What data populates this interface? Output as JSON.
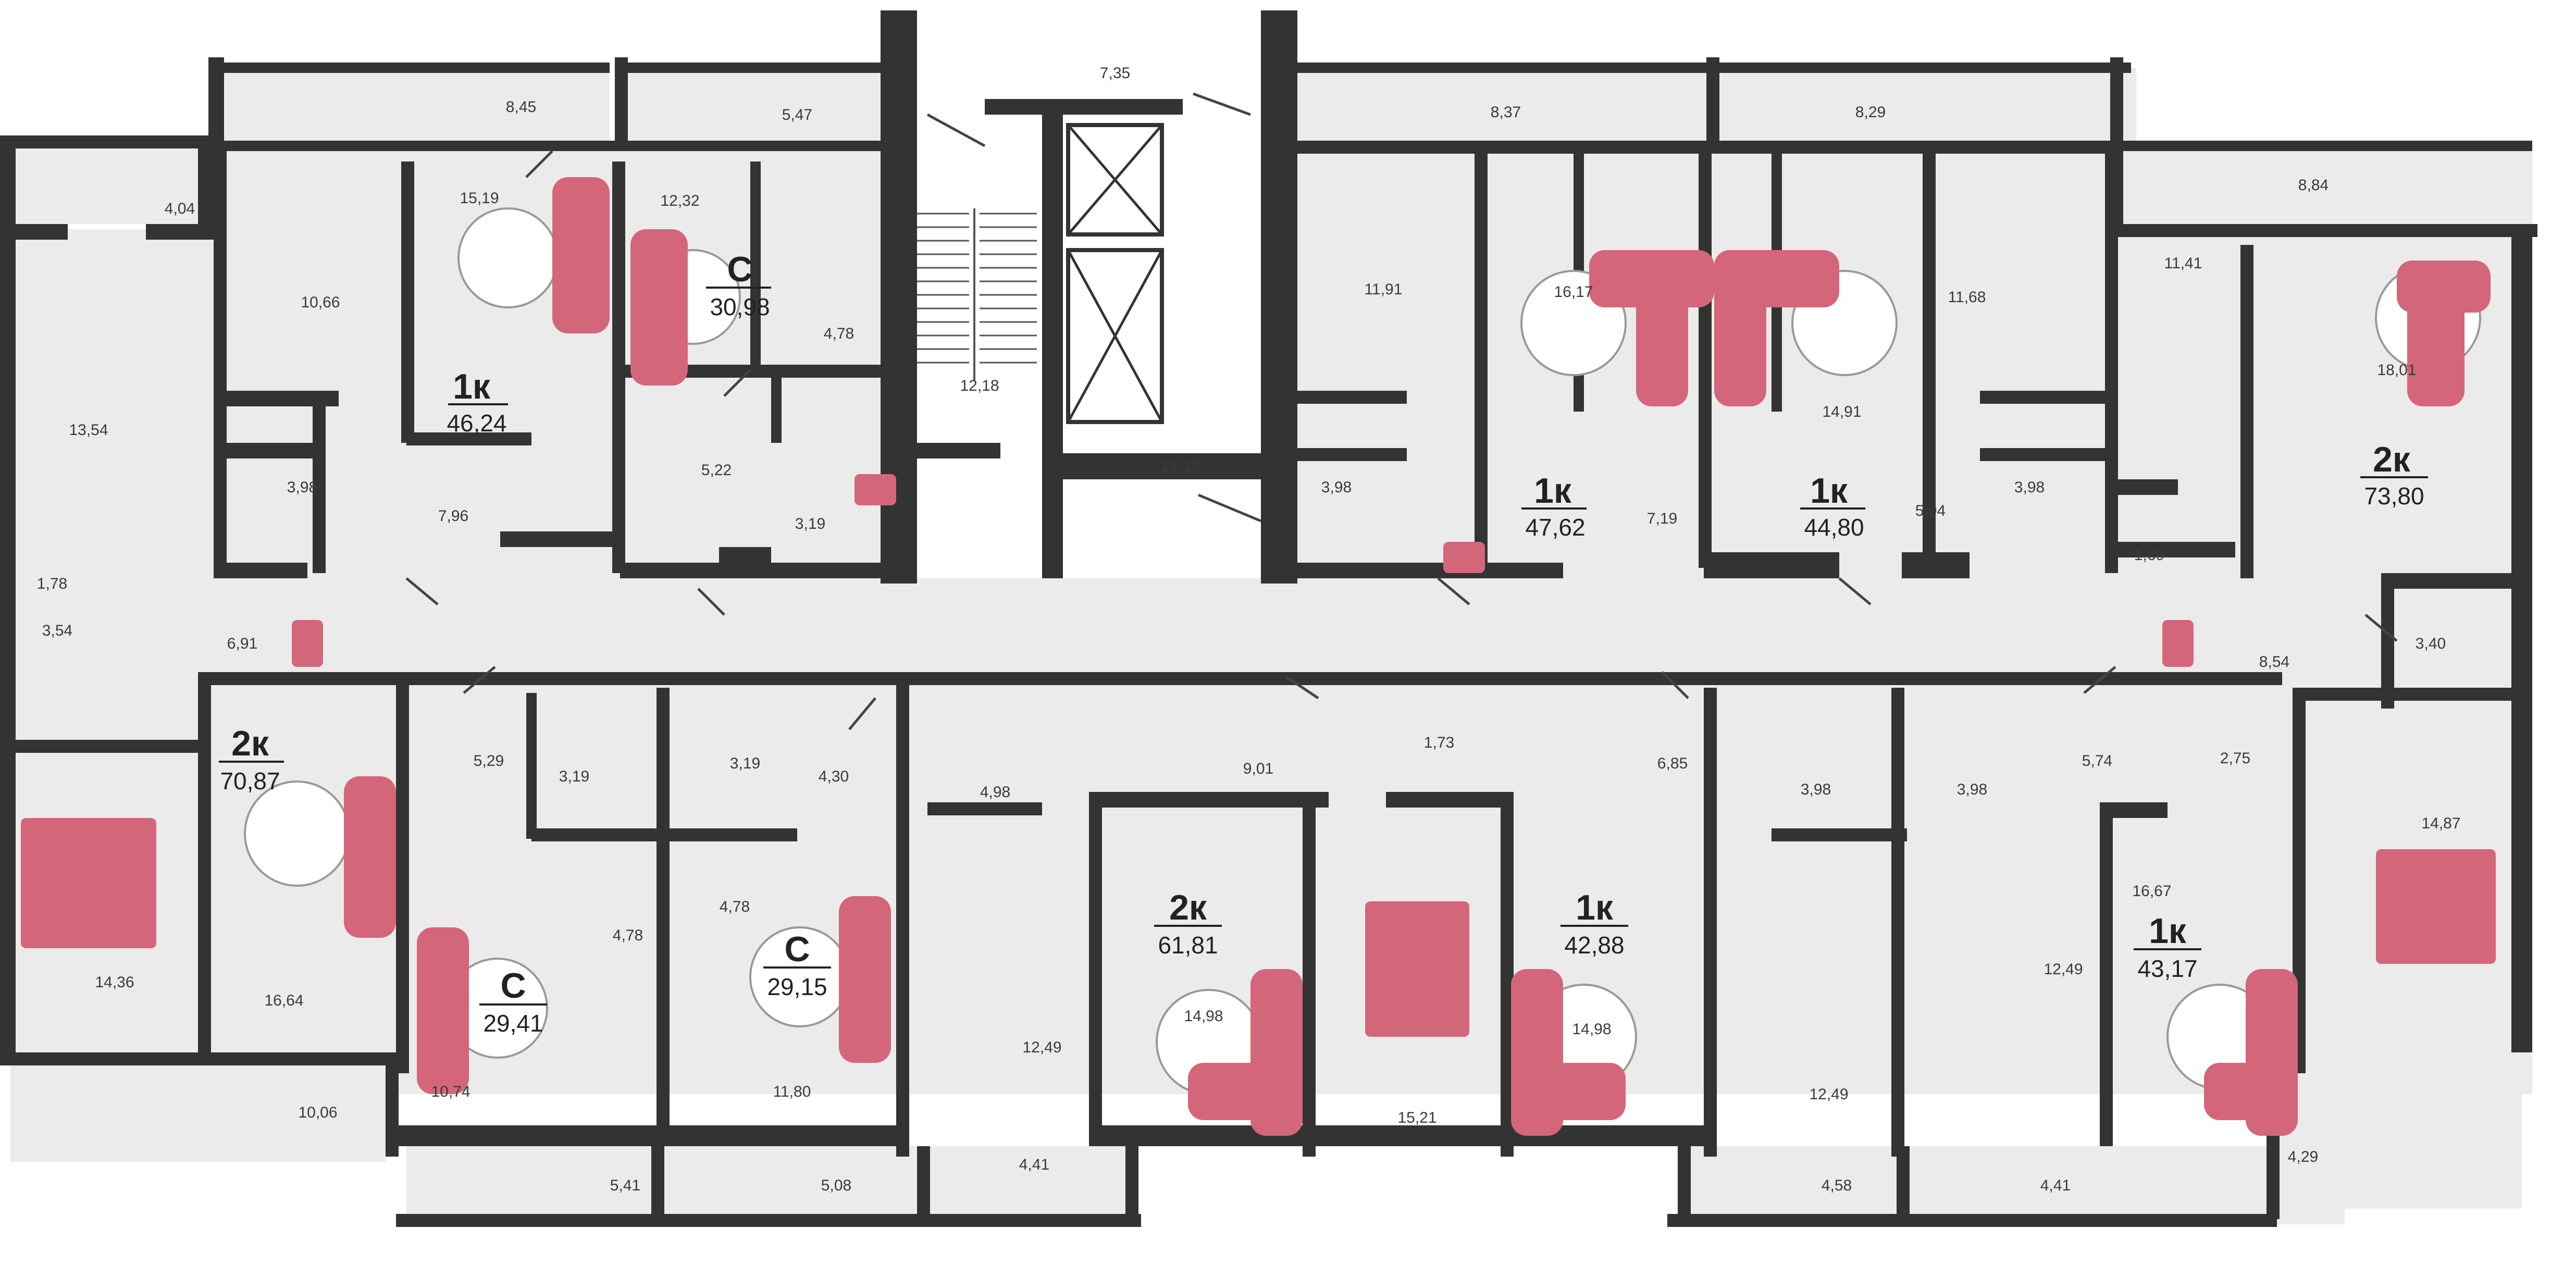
{
  "colors": {
    "wall": "#333333",
    "room": "#ebebeb",
    "furniture": "#d4667a",
    "background": "#ffffff"
  },
  "areas": [
    {
      "id": "a1",
      "text": "8,45"
    },
    {
      "id": "a2",
      "text": "5,47"
    },
    {
      "id": "a3",
      "text": "7,35"
    },
    {
      "id": "a4",
      "text": "8,37"
    },
    {
      "id": "a5",
      "text": "8,29"
    },
    {
      "id": "a6",
      "text": "8,84"
    },
    {
      "id": "a7",
      "text": "4,04"
    },
    {
      "id": "a8",
      "text": "15,19"
    },
    {
      "id": "a9",
      "text": "12,32"
    },
    {
      "id": "a10",
      "text": "10,66"
    },
    {
      "id": "a11",
      "text": "4,78"
    },
    {
      "id": "a12",
      "text": "12,18"
    },
    {
      "id": "a13",
      "text": "11,91"
    },
    {
      "id": "a14",
      "text": "16,17"
    },
    {
      "id": "a15",
      "text": "14,91"
    },
    {
      "id": "a16",
      "text": "11,68"
    },
    {
      "id": "a17",
      "text": "11,41"
    },
    {
      "id": "a18",
      "text": "18,01"
    },
    {
      "id": "a19",
      "text": "13,54"
    },
    {
      "id": "a20",
      "text": "3,98"
    },
    {
      "id": "a21",
      "text": "5,22"
    },
    {
      "id": "a22",
      "text": "13,18"
    },
    {
      "id": "a23",
      "text": "3,98"
    },
    {
      "id": "a24",
      "text": "3,98"
    },
    {
      "id": "a25",
      "text": "7,96"
    },
    {
      "id": "a26",
      "text": "3,19"
    },
    {
      "id": "a27",
      "text": "7,19"
    },
    {
      "id": "a28",
      "text": "5,94"
    },
    {
      "id": "a29",
      "text": "1,69"
    },
    {
      "id": "a30",
      "text": "1,78"
    },
    {
      "id": "a31",
      "text": "3,54"
    },
    {
      "id": "a32",
      "text": "6,91"
    },
    {
      "id": "a33",
      "text": "3,40"
    },
    {
      "id": "a34",
      "text": "8,54"
    },
    {
      "id": "a35",
      "text": "5,29"
    },
    {
      "id": "a36",
      "text": "3,19"
    },
    {
      "id": "a37",
      "text": "3,19"
    },
    {
      "id": "a38",
      "text": "4,30"
    },
    {
      "id": "a39",
      "text": "4,98"
    },
    {
      "id": "a40",
      "text": "9,01"
    },
    {
      "id": "a41",
      "text": "1,73"
    },
    {
      "id": "a42",
      "text": "6,85"
    },
    {
      "id": "a43",
      "text": "3,98"
    },
    {
      "id": "a44",
      "text": "3,98"
    },
    {
      "id": "a45",
      "text": "5,74"
    },
    {
      "id": "a46",
      "text": "2,75"
    },
    {
      "id": "a47",
      "text": "14,87"
    },
    {
      "id": "a48",
      "text": "4,78"
    },
    {
      "id": "a49",
      "text": "4,78"
    },
    {
      "id": "a50",
      "text": "14,36"
    },
    {
      "id": "a51",
      "text": "16,64"
    },
    {
      "id": "a52",
      "text": "14,98"
    },
    {
      "id": "a53",
      "text": "14,98"
    },
    {
      "id": "a54",
      "text": "16,67"
    },
    {
      "id": "a55",
      "text": "12,49"
    },
    {
      "id": "a56",
      "text": "12,49"
    },
    {
      "id": "a57",
      "text": "12,49"
    },
    {
      "id": "a58",
      "text": "10,74"
    },
    {
      "id": "a59",
      "text": "11,80"
    },
    {
      "id": "a60",
      "text": "15,21"
    },
    {
      "id": "a61",
      "text": "10,06"
    },
    {
      "id": "a62",
      "text": "5,41"
    },
    {
      "id": "a63",
      "text": "5,08"
    },
    {
      "id": "a64",
      "text": "4,41"
    },
    {
      "id": "a65",
      "text": "4,58"
    },
    {
      "id": "a66",
      "text": "4,41"
    },
    {
      "id": "a67",
      "text": "4,29"
    }
  ],
  "units": [
    {
      "id": "u1",
      "type": "1к",
      "area": "46,24"
    },
    {
      "id": "u2",
      "type": "С",
      "area": "30,98"
    },
    {
      "id": "u3",
      "type": "1к",
      "area": "47,62"
    },
    {
      "id": "u4",
      "type": "1к",
      "area": "44,80"
    },
    {
      "id": "u5",
      "type": "2к",
      "area": "73,80"
    },
    {
      "id": "u6",
      "type": "2к",
      "area": "70,87"
    },
    {
      "id": "u7",
      "type": "С",
      "area": "29,41"
    },
    {
      "id": "u8",
      "type": "С",
      "area": "29,15"
    },
    {
      "id": "u9",
      "type": "2к",
      "area": "61,81"
    },
    {
      "id": "u10",
      "type": "1к",
      "area": "42,88"
    },
    {
      "id": "u11",
      "type": "1к",
      "area": "43,17"
    }
  ]
}
